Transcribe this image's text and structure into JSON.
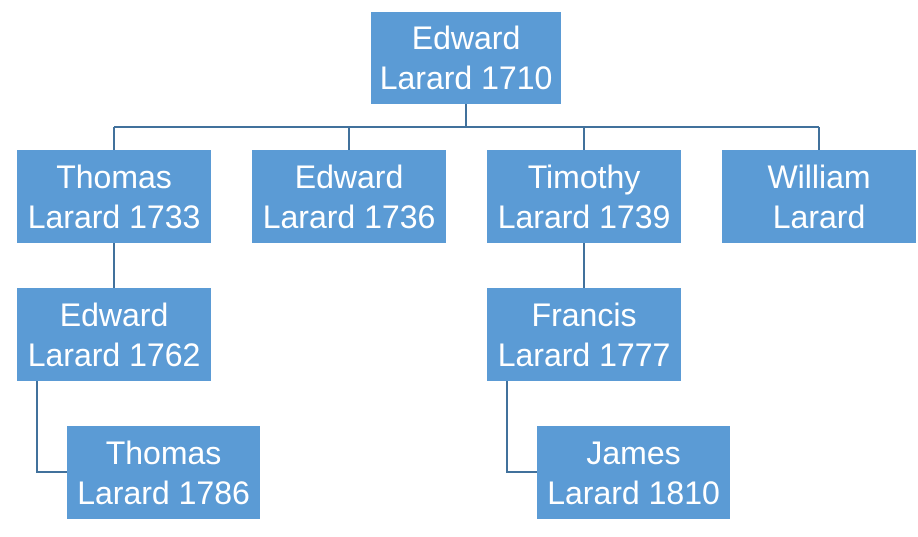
{
  "nodes": {
    "root": {
      "line1": "Edward",
      "line2": "Larard 1710"
    },
    "t1733": {
      "line1": "Thomas",
      "line2": "Larard 1733"
    },
    "e1736": {
      "line1": "Edward",
      "line2": "Larard 1736"
    },
    "ti1739": {
      "line1": "Timothy",
      "line2": "Larard 1739"
    },
    "wl": {
      "line1": "William",
      "line2": "Larard"
    },
    "e1762": {
      "line1": "Edward",
      "line2": "Larard 1762"
    },
    "f1777": {
      "line1": "Francis",
      "line2": "Larard 1777"
    },
    "t1786": {
      "line1": "Thomas",
      "line2": "Larard 1786"
    },
    "j1810": {
      "line1": "James",
      "line2": "Larard 1810"
    }
  },
  "edges": [
    [
      "root",
      "t1733"
    ],
    [
      "root",
      "e1736"
    ],
    [
      "root",
      "ti1739"
    ],
    [
      "root",
      "wl"
    ],
    [
      "t1733",
      "e1762"
    ],
    [
      "ti1739",
      "f1777"
    ],
    [
      "e1762",
      "t1786"
    ],
    [
      "f1777",
      "j1810"
    ]
  ],
  "colors": {
    "node_fill": "#5b9bd5",
    "connector": "#41719c",
    "text": "#ffffff"
  }
}
